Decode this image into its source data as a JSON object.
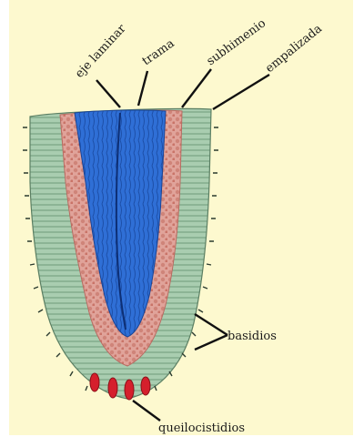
{
  "labels": {
    "eje_laminar": "eje laminar",
    "trama": "trama",
    "subhimenio": "subhimenio",
    "empalizada": "empalizada",
    "basidios": "basidios",
    "queilocistidios": "queilocistidios"
  },
  "colors": {
    "background": "#fdf9cf",
    "hymenium": "#a9cdb0",
    "subhymenium": "#e0a39a",
    "trama": "#2f6fd6",
    "cystidia": "#d51f2c",
    "line": "#111111"
  }
}
